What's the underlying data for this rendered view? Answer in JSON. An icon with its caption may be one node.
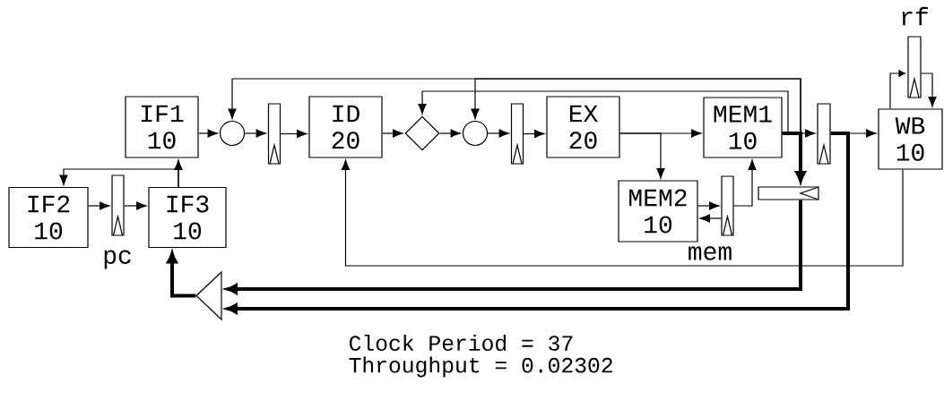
{
  "diagram": {
    "nodes": [
      {
        "text": [
          "IF1",
          "10"
        ]
      },
      {
        "text": [
          "IF2",
          "10"
        ]
      },
      {
        "text": [
          "IF3",
          "10"
        ]
      },
      {
        "text": [],
        "shape": "bar",
        "beside": [
          "pc"
        ]
      },
      {
        "text": [],
        "shape": "circle"
      },
      {
        "text": [],
        "shape": "bar"
      },
      {
        "text": [
          "ID",
          "20"
        ]
      },
      {
        "text": [],
        "shape": "diamond"
      },
      {
        "text": [],
        "shape": "circle"
      },
      {
        "text": [],
        "shape": "bar"
      },
      {
        "text": [
          "EX",
          "20"
        ]
      },
      {
        "text": [
          "MEM1",
          "10"
        ]
      },
      {
        "text": [
          "MEM2",
          "10"
        ]
      },
      {
        "text": [],
        "shape": "bar",
        "beside": [
          "mem"
        ]
      },
      {
        "text": [],
        "shape": "bar"
      },
      {
        "text": [],
        "shape": "bar"
      },
      {
        "text": [
          "WB",
          "10"
        ]
      },
      {
        "text": [],
        "shape": "bar",
        "beside": [
          "rf"
        ]
      },
      {
        "text": [],
        "shape": "triangle"
      }
    ],
    "edges": [
      {
        "from": 0,
        "to": 4,
        "arrow": "to"
      },
      {
        "from": 4,
        "to": 5,
        "arrow": "to"
      },
      {
        "from": 5,
        "to": 6,
        "arrow": "to"
      },
      {
        "from": 6,
        "to": 7,
        "arrow": "to"
      },
      {
        "from": 7,
        "to": 8,
        "arrow": "to"
      },
      {
        "from": 8,
        "to": 9,
        "arrow": "to"
      },
      {
        "from": 9,
        "to": 10,
        "arrow": "to"
      },
      {
        "from": 10,
        "to": 11,
        "arrow": "to"
      },
      {
        "from": 10,
        "to": 12,
        "arrow": "to"
      },
      {
        "from": 12,
        "to": 13,
        "arrow": "to"
      },
      {
        "from": 13,
        "to": 12,
        "arrow": "to"
      },
      {
        "from": 13,
        "to": 11,
        "arrow": "to"
      },
      {
        "from": 11,
        "to": 14,
        "arrow": "to"
      },
      {
        "from": 14,
        "to": 16,
        "arrow": "to"
      },
      {
        "from": 11,
        "to": 4,
        "arrow": "to"
      },
      {
        "from": 11,
        "to": 8,
        "arrow": "to"
      },
      {
        "from": 11,
        "to": 7,
        "arrow": "to"
      },
      {
        "from": 11,
        "to": 15,
        "arrow": "to",
        "style": "thick"
      },
      {
        "from": 15,
        "to": 18,
        "arrow": "to",
        "style": "thick"
      },
      {
        "from": 14,
        "to": 18,
        "arrow": "to",
        "style": "thick"
      },
      {
        "from": 18,
        "to": 2,
        "arrow": "to",
        "style": "thick"
      },
      {
        "from": 16,
        "to": 6,
        "arrow": "to"
      },
      {
        "from": 16,
        "to": 17,
        "arrow": "to"
      },
      {
        "from": 17,
        "to": 16,
        "arrow": "to"
      },
      {
        "from": 2,
        "to": 0,
        "arrow": "to"
      },
      {
        "from": 2,
        "to": 1,
        "arrow": "to"
      },
      {
        "from": 1,
        "to": 3,
        "arrow": "to"
      },
      {
        "from": 3,
        "to": 2,
        "arrow": "to"
      }
    ],
    "labels": [
      "Clock Period = 37",
      "Throughput = 0.02302"
    ]
  }
}
